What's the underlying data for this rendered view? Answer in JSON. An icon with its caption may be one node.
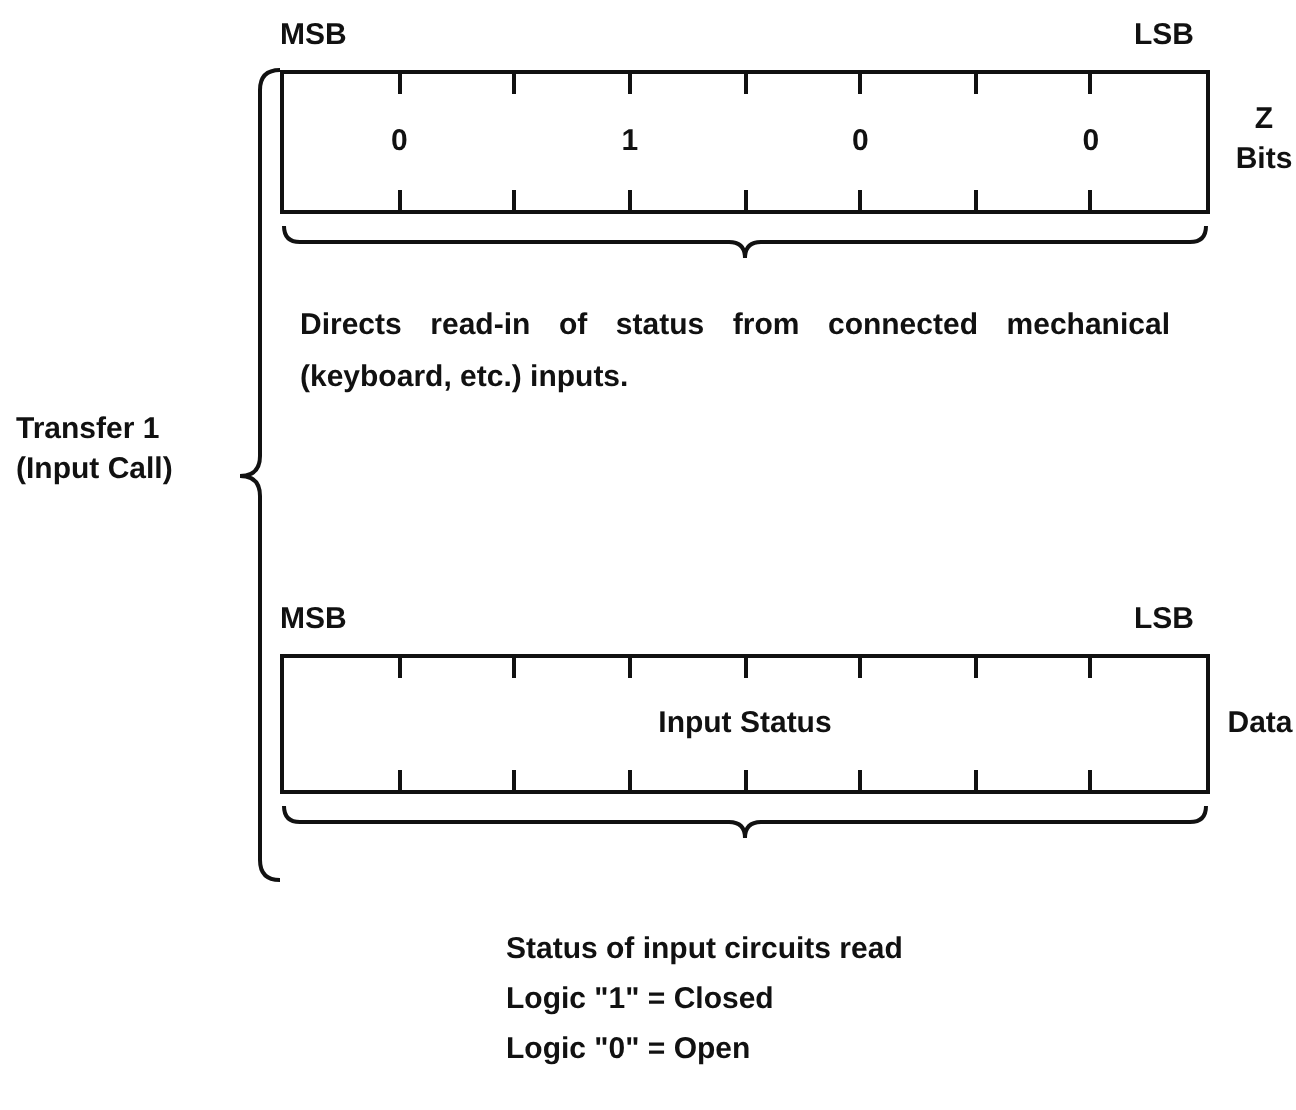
{
  "diagram": {
    "nodes": [
      {
        "text": [
          "0",
          "1",
          "0",
          "0"
        ],
        "beside": [
          "Z Bits"
        ]
      },
      {
        "text": [
          "Input Status"
        ],
        "beside": [
          "Data"
        ]
      }
    ],
    "labels": [
      "MSB",
      "LSB",
      "Directs read-in of status from connected mechanical (keyboard, etc.) inputs.",
      "Transfer 1 (Input Call)",
      "MSB",
      "LSB",
      "Status of input circuits read",
      "Logic \"1\" = Closed",
      "Logic \"0\" = Open"
    ]
  }
}
